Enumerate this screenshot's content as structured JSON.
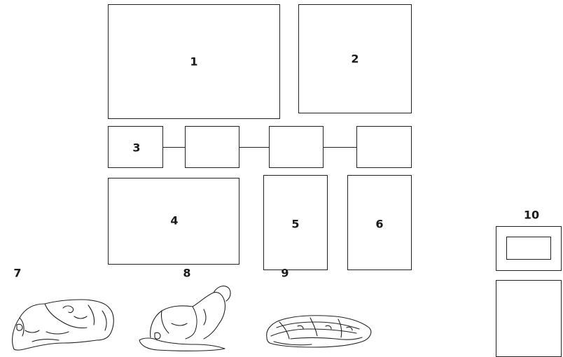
{
  "panels": [
    {
      "id": "1",
      "label": "1"
    },
    {
      "id": "2",
      "label": "2"
    },
    {
      "id": "3",
      "label": "3"
    },
    {
      "id": "4",
      "label": "4"
    },
    {
      "id": "5",
      "label": "5"
    },
    {
      "id": "6",
      "label": "6"
    },
    {
      "id": "10",
      "label": "10"
    }
  ],
  "figures": [
    {
      "id": "7",
      "label": "7",
      "icon": "reclining-figure-sketch-icon"
    },
    {
      "id": "8",
      "label": "8",
      "icon": "reclining-figure-sketch-icon"
    },
    {
      "id": "9",
      "label": "9",
      "icon": "reclining-figure-sketch-icon"
    }
  ],
  "colors": {
    "stroke": "#222222",
    "background": "#ffffff"
  }
}
